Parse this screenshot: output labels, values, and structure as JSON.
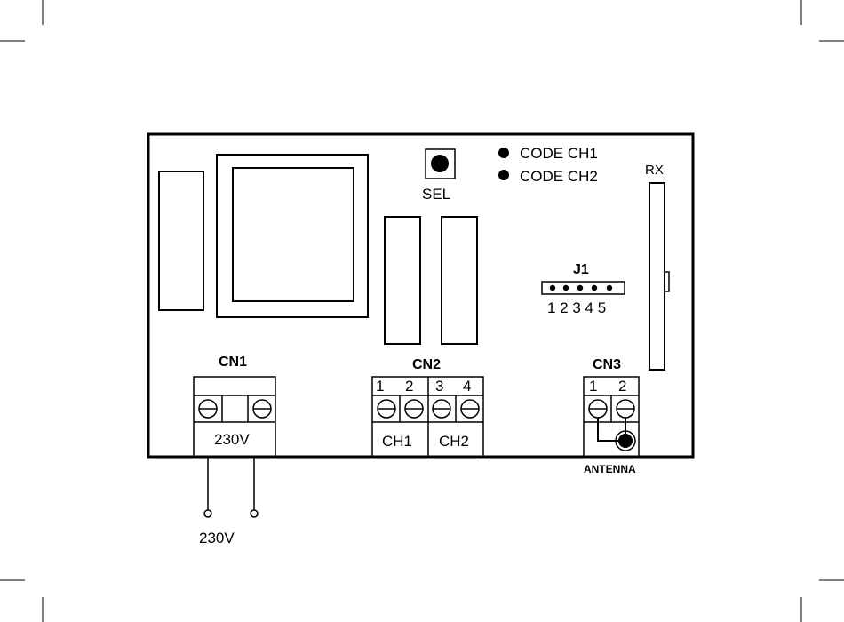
{
  "labels": {
    "code_ch1": "CODE CH1",
    "code_ch2": "CODE CH2",
    "sel": "SEL",
    "rx": "RX",
    "j1": "J1",
    "j1_pins": "1 2 3 4 5",
    "cn1": "CN1",
    "cn1_voltage": "230V",
    "cn2": "CN2",
    "cn2_pin1": "1",
    "cn2_pin2": "2",
    "cn2_pin3": "3",
    "cn2_pin4": "4",
    "ch1": "CH1",
    "ch2": "CH2",
    "cn3": "CN3",
    "cn3_pin1": "1",
    "cn3_pin2": "2",
    "antenna": "ANTENNA",
    "supply": "230V"
  },
  "colors": {
    "line": "#000000",
    "background": "#ffffff"
  }
}
